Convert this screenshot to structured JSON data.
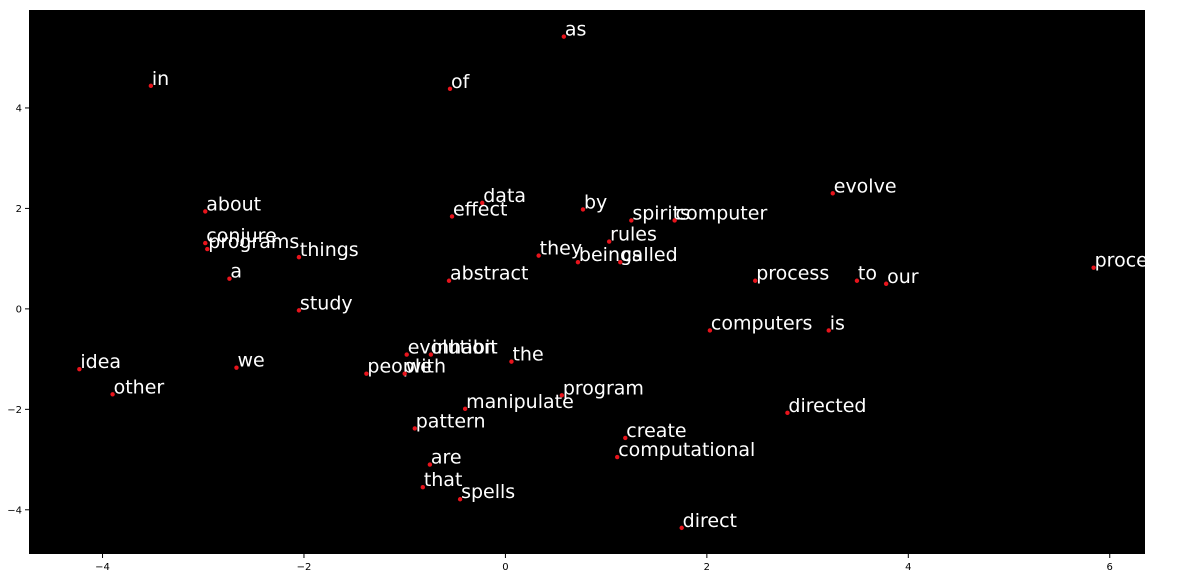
{
  "chart_data": {
    "type": "scatter",
    "title": "",
    "xlabel": "",
    "ylabel": "",
    "xlim": [
      -4.73,
      6.35
    ],
    "ylim": [
      -4.88,
      5.95
    ],
    "xticks": [
      -4,
      -2,
      0,
      2,
      4,
      6
    ],
    "yticks": [
      -4,
      -2,
      0,
      2,
      4
    ],
    "xtick_labels": [
      "−4",
      "−2",
      "0",
      "2",
      "4",
      "6"
    ],
    "ytick_labels": [
      "−4",
      "−2",
      "0",
      "2",
      "4"
    ],
    "grid": false,
    "colors": {
      "plot_background": "#000000",
      "marker": "#e8141c",
      "label": "#ffffff",
      "figure_background": "#ffffff"
    },
    "points": [
      {
        "label": "as",
        "x": 0.58,
        "y": 5.42
      },
      {
        "label": "in",
        "x": -3.52,
        "y": 4.44
      },
      {
        "label": "of",
        "x": -0.55,
        "y": 4.38
      },
      {
        "label": "about",
        "x": -2.98,
        "y": 1.94
      },
      {
        "label": "data",
        "x": -0.23,
        "y": 2.11
      },
      {
        "label": "effect",
        "x": -0.53,
        "y": 1.84
      },
      {
        "label": "by",
        "x": 0.77,
        "y": 1.98
      },
      {
        "label": "spirits",
        "x": 1.25,
        "y": 1.76
      },
      {
        "label": "computer",
        "x": 1.68,
        "y": 1.76
      },
      {
        "label": "evolve",
        "x": 3.25,
        "y": 2.3
      },
      {
        "label": "conjure",
        "x": -2.98,
        "y": 1.31
      },
      {
        "label": "programs",
        "x": -2.96,
        "y": 1.19
      },
      {
        "label": "things",
        "x": -2.05,
        "y": 1.03
      },
      {
        "label": "rules",
        "x": 1.03,
        "y": 1.34
      },
      {
        "label": "they",
        "x": 0.33,
        "y": 1.06
      },
      {
        "label": "beings",
        "x": 0.72,
        "y": 0.93
      },
      {
        "label": "called",
        "x": 1.14,
        "y": 0.93
      },
      {
        "label": "a",
        "x": -2.74,
        "y": 0.6
      },
      {
        "label": "abstract",
        "x": -0.56,
        "y": 0.56
      },
      {
        "label": "process",
        "x": 2.48,
        "y": 0.56
      },
      {
        "label": "to",
        "x": 3.49,
        "y": 0.56
      },
      {
        "label": "our",
        "x": 3.78,
        "y": 0.5
      },
      {
        "label": "processes",
        "x": 5.84,
        "y": 0.82
      },
      {
        "label": "study",
        "x": -2.05,
        "y": -0.03
      },
      {
        "label": "computers",
        "x": 2.03,
        "y": -0.43
      },
      {
        "label": "is",
        "x": 3.21,
        "y": -0.43
      },
      {
        "label": "evolution",
        "x": -0.98,
        "y": -0.91
      },
      {
        "label": "inhabit",
        "x": -0.74,
        "y": -0.91
      },
      {
        "label": "the",
        "x": 0.06,
        "y": -1.05
      },
      {
        "label": "idea",
        "x": -4.23,
        "y": -1.2
      },
      {
        "label": "we",
        "x": -2.67,
        "y": -1.17
      },
      {
        "label": "people",
        "x": -1.38,
        "y": -1.29
      },
      {
        "label": "with",
        "x": -1.0,
        "y": -1.29
      },
      {
        "label": "other",
        "x": -3.9,
        "y": -1.7
      },
      {
        "label": "program",
        "x": 0.56,
        "y": -1.72
      },
      {
        "label": "manipulate",
        "x": -0.4,
        "y": -1.99
      },
      {
        "label": "directed",
        "x": 2.8,
        "y": -2.07
      },
      {
        "label": "pattern",
        "x": -0.9,
        "y": -2.38
      },
      {
        "label": "create",
        "x": 1.19,
        "y": -2.57
      },
      {
        "label": "computational",
        "x": 1.11,
        "y": -2.95
      },
      {
        "label": "are",
        "x": -0.75,
        "y": -3.1
      },
      {
        "label": "that",
        "x": -0.82,
        "y": -3.55
      },
      {
        "label": "spells",
        "x": -0.45,
        "y": -3.79
      },
      {
        "label": "direct",
        "x": 1.75,
        "y": -4.36
      }
    ]
  }
}
